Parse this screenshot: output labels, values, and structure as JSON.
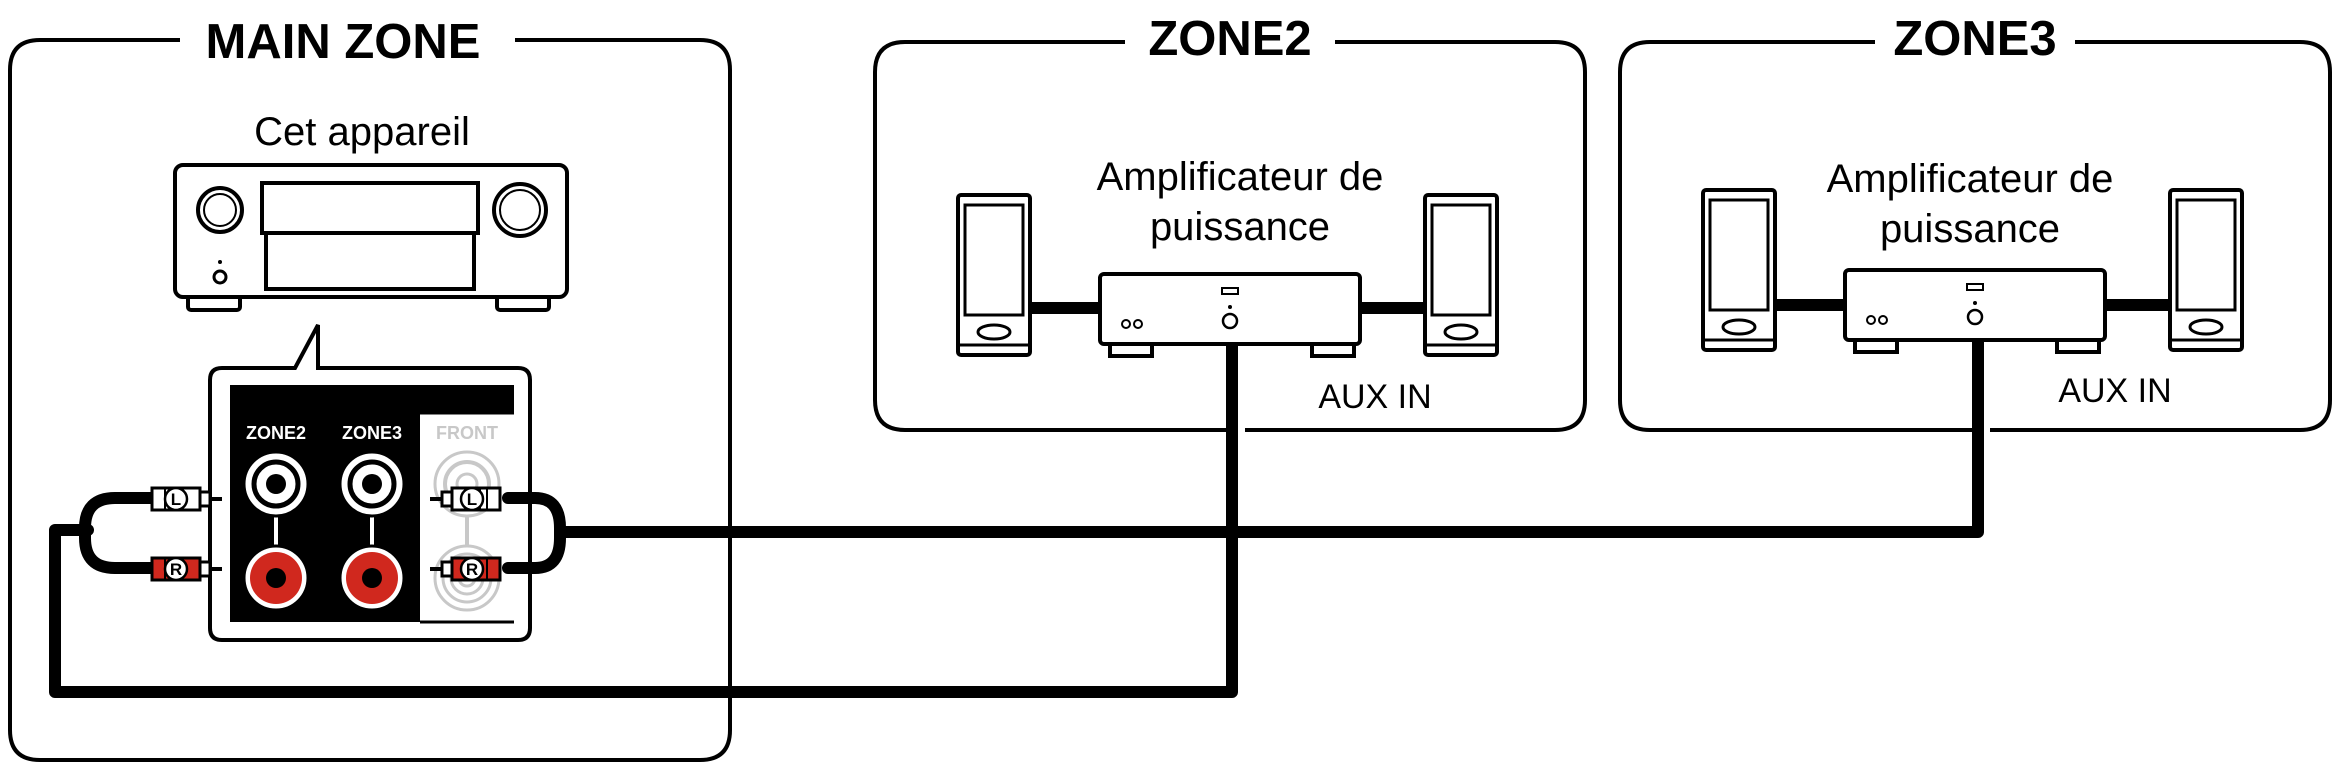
{
  "zones": {
    "main": {
      "title": "MAIN ZONE",
      "device_label": "Cet appareil"
    },
    "zone2": {
      "title": "ZONE2",
      "amp_label_line1": "Amplificateur de",
      "amp_label_line2": "puissance",
      "input_label": "AUX IN"
    },
    "zone3": {
      "title": "ZONE3",
      "amp_label_line1": "Amplificateur de",
      "amp_label_line2": "puissance",
      "input_label": "AUX IN"
    }
  },
  "panel": {
    "jack_columns": [
      "ZONE2",
      "ZONE3",
      "FRONT"
    ],
    "plug_left": "L",
    "plug_right": "R"
  },
  "colors": {
    "line": "#000000",
    "red_jack": "#d0281e",
    "faded": "#c8c8c8",
    "background": "#ffffff"
  }
}
